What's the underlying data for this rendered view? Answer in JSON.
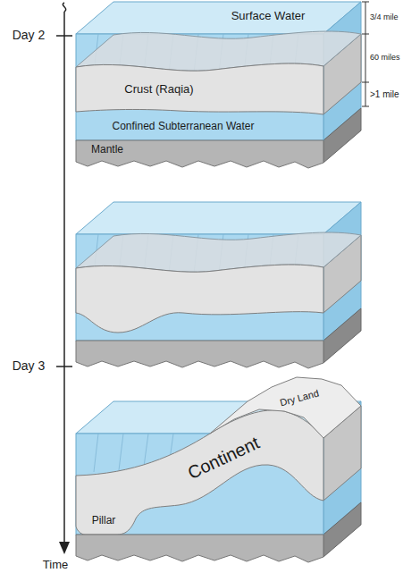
{
  "diagram": {
    "labels": [
      "Surface Water",
      "3/4 mile",
      "60 miles",
      ">1 mile",
      "Day 2",
      "Crust (Raqia)",
      "Confined Subterranean Water",
      "Mantle",
      "Day 3",
      "Dry Land",
      "Continent",
      "Pillar",
      "Time"
    ]
  }
}
